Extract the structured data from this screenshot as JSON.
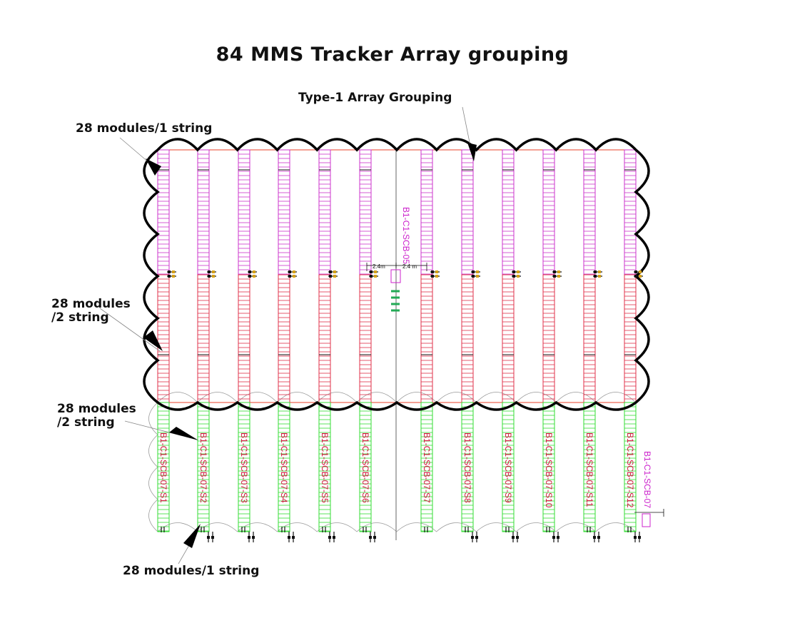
{
  "title": "84 MMS Tracker Array grouping",
  "subtitle": "Type-1 Array Grouping",
  "annotations": {
    "top_left": "28 modules/1 string",
    "middle_left_line1": "28 modules",
    "middle_left_line2": "/2 string",
    "lower_left_line1": "28 modules",
    "lower_left_line2": "/2 string",
    "bottom": "28 modules/1 string"
  },
  "scb_labels": {
    "upper_block": "B1-C1-SCB-05",
    "lower_block": "B1-C1-SCB-07"
  },
  "dimension_labels": [
    "2.4m",
    "2.4 m"
  ],
  "string_labels": [
    "B1-C1-SCB-07-S1",
    "B1-C1-SCB-07-S2",
    "B1-C1-SCB-07-S3",
    "B1-C1-SCB-07-S4",
    "B1-C1-SCB-07-S5",
    "B1-C1-SCB-07-S6",
    "B1-C1-SCB-07-S7",
    "B1-C1-SCB-07-S8",
    "B1-C1-SCB-07-S9",
    "B1-C1-SCB-07-S10",
    "B1-C1-SCB-07-S11",
    "B1-C1-SCB-07-S12"
  ],
  "colors": {
    "upper_string_a": "#cc33cc",
    "upper_string_b": "#e0304a",
    "lower_string": "#33dd33",
    "label_text": "#d4143c",
    "scb_label": "#cc22cc",
    "boundary": "#e8402a",
    "cloud": "#000000",
    "connector": "#22aa55"
  }
}
